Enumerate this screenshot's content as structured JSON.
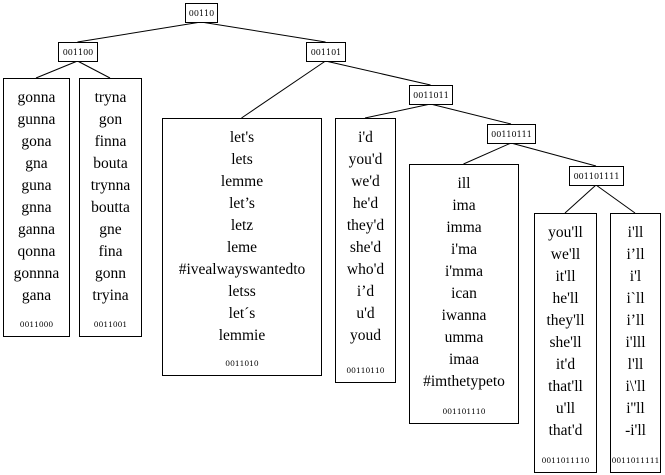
{
  "internal_nodes": [
    {
      "id": "n00110",
      "label": "00110"
    },
    {
      "id": "n001100",
      "label": "001100"
    },
    {
      "id": "n001101",
      "label": "001101"
    },
    {
      "id": "n0011011",
      "label": "0011011"
    },
    {
      "id": "n00110111",
      "label": "00110111"
    },
    {
      "id": "n001101111",
      "label": "001101111"
    }
  ],
  "leaf_nodes": [
    {
      "id": "l0011000",
      "code": "0011000",
      "words": [
        "gonna",
        "gunna",
        "gona",
        "gna",
        "guna",
        "gnna",
        "ganna",
        "qonna",
        "gonnna",
        "gana"
      ]
    },
    {
      "id": "l0011001",
      "code": "0011001",
      "words": [
        "tryna",
        "gon",
        "finna",
        "bouta",
        "trynna",
        "boutta",
        "gne",
        "fina",
        "gonn",
        "tryina"
      ]
    },
    {
      "id": "l0011010",
      "code": "0011010",
      "words": [
        "let's",
        "lets",
        "lemme",
        "let’s",
        "letz",
        "leme",
        "#ivealwayswantedto",
        "letss",
        "let´s",
        "lemmie"
      ]
    },
    {
      "id": "l00110110",
      "code": "00110110",
      "words": [
        "i'd",
        "you'd",
        "we'd",
        "he'd",
        "they'd",
        "she'd",
        "who'd",
        "i’d",
        "u'd",
        "youd"
      ]
    },
    {
      "id": "l001101110",
      "code": "001101110",
      "words": [
        "ill",
        "ima",
        "imma",
        "i'ma",
        "i'mma",
        "ican",
        "iwanna",
        "umma",
        "imaa",
        "#imthetypeto"
      ]
    },
    {
      "id": "l0011011110",
      "code": "0011011110",
      "words": [
        "you'll",
        "we'll",
        "it'll",
        "he'll",
        "they'll",
        "she'll",
        "it'd",
        "that'll",
        "u'll",
        "that'd"
      ]
    },
    {
      "id": "l0011011111",
      "code": "0011011111",
      "words": [
        "i'll",
        "i’ll",
        "i'l",
        "i`ll",
        "i’ll",
        "i'lll",
        "l'll",
        "i\\'ll",
        "i''ll",
        "-i'll"
      ]
    }
  ]
}
